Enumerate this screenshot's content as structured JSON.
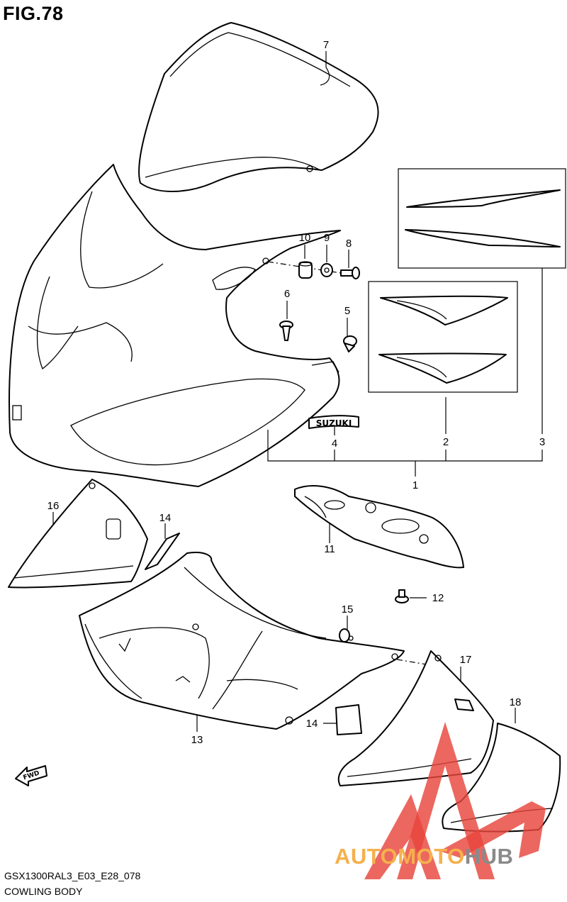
{
  "figure": {
    "title": "FIG.78"
  },
  "callouts": [
    {
      "id": "c1",
      "label": "1"
    },
    {
      "id": "c2",
      "label": "2"
    },
    {
      "id": "c3",
      "label": "3"
    },
    {
      "id": "c4",
      "label": "4"
    },
    {
      "id": "c5",
      "label": "5"
    },
    {
      "id": "c6",
      "label": "6"
    },
    {
      "id": "c7",
      "label": "7"
    },
    {
      "id": "c8",
      "label": "8"
    },
    {
      "id": "c9",
      "label": "9"
    },
    {
      "id": "c10",
      "label": "10"
    },
    {
      "id": "c11",
      "label": "11"
    },
    {
      "id": "c12",
      "label": "12"
    },
    {
      "id": "c13",
      "label": "13"
    },
    {
      "id": "c14a",
      "label": "14"
    },
    {
      "id": "c14b",
      "label": "14"
    },
    {
      "id": "c15",
      "label": "15"
    },
    {
      "id": "c16",
      "label": "16"
    },
    {
      "id": "c17",
      "label": "17"
    },
    {
      "id": "c18",
      "label": "18"
    }
  ],
  "emblem": {
    "text": "SUZUKI"
  },
  "direction": {
    "text": "FWD"
  },
  "footer": {
    "model_code": "GSX1300RAL3_E03_E28_078",
    "section_name": "COWLING BODY"
  },
  "watermark": {
    "part1": "AUTOMOTO",
    "part2": "HUB",
    "color_red": "#e8463c",
    "color_orange": "#f5b04d",
    "color_gray": "#8a8a8a"
  }
}
